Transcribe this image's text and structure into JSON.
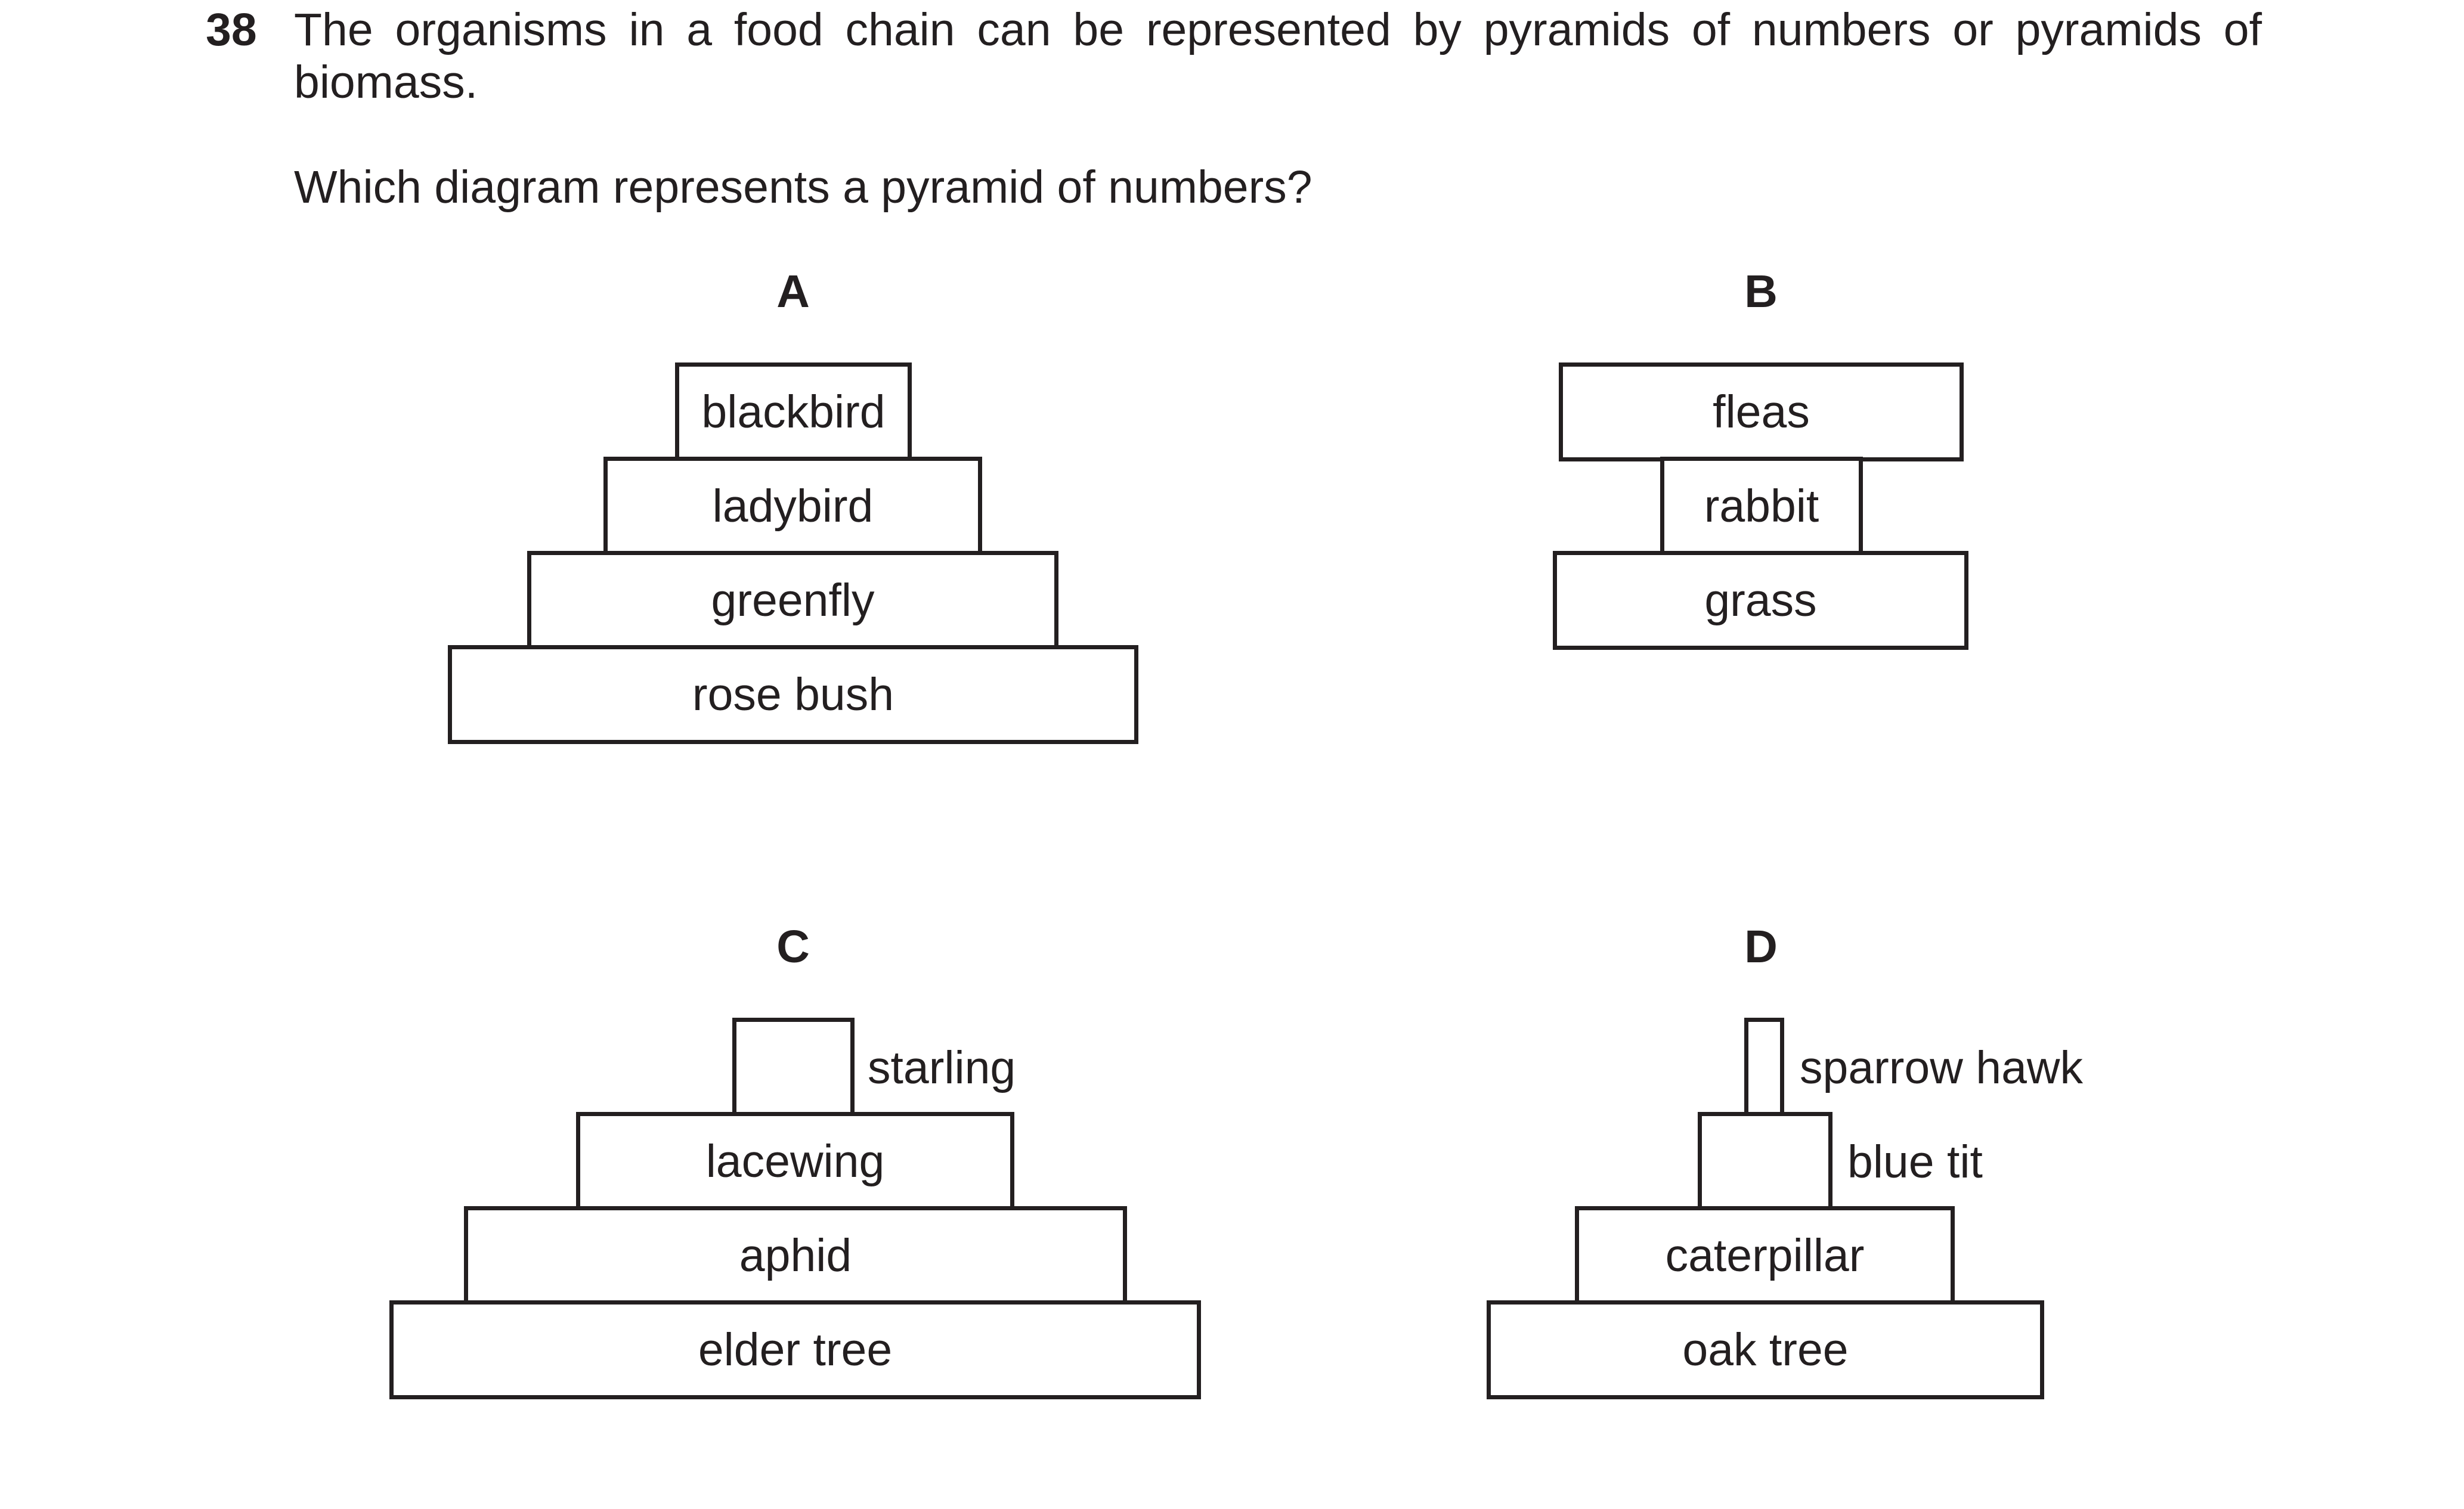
{
  "question": {
    "number": "38",
    "stem": "The organisms in a food chain can be represented by pyramids of numbers or pyramids of biomass.",
    "prompt": "Which diagram represents a pyramid of numbers?"
  },
  "options": {
    "A": {
      "letter": "A",
      "tiers": [
        "blackbird",
        "ladybird",
        "greenfly",
        "rose bush"
      ]
    },
    "B": {
      "letter": "B",
      "tiers": [
        "fleas",
        "rabbit",
        "grass"
      ]
    },
    "C": {
      "letter": "C",
      "tiers": [
        "starling",
        "lacewing",
        "aphid",
        "elder tree"
      ]
    },
    "D": {
      "letter": "D",
      "tiers": [
        "sparrow hawk",
        "blue tit",
        "caterpillar",
        "oak tree"
      ]
    }
  }
}
